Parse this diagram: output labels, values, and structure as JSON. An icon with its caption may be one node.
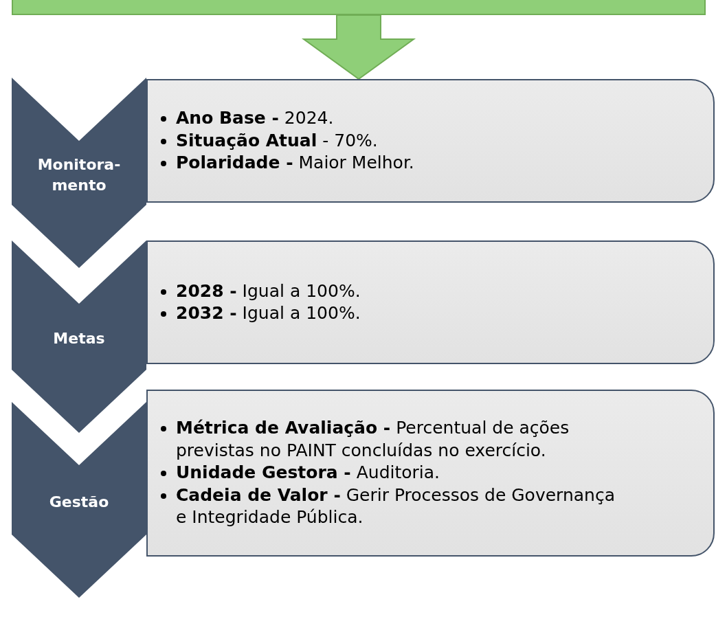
{
  "diagram": {
    "nodes": [
      {
        "text": [],
        "shape": "box"
      },
      {
        "text": [
          "Monitora-mento"
        ]
      },
      {
        "text": [
          "**Ano Base -** 2024.",
          "**Situação Atual** - 70%.",
          "**Polaridade -** Maior Melhor."
        ]
      },
      {
        "text": [
          "Metas"
        ]
      },
      {
        "text": [
          "**2028 -** Igual a 100%.",
          "**2032 -** Igual a 100%."
        ]
      },
      {
        "text": [
          "Gestão"
        ]
      },
      {
        "text": [
          "**Métrica de Avaliação -** Percentual de ações previstas no PAINT concluídas no exercício.",
          "**Unidade Gestora -** Auditoria.",
          "**Cadeia de Valor -** Gerir Processos de Governança e Integridade Pública."
        ]
      }
    ],
    "edges": [
      {
        "from": 0,
        "to": 2,
        "arrow": "to"
      }
    ]
  }
}
